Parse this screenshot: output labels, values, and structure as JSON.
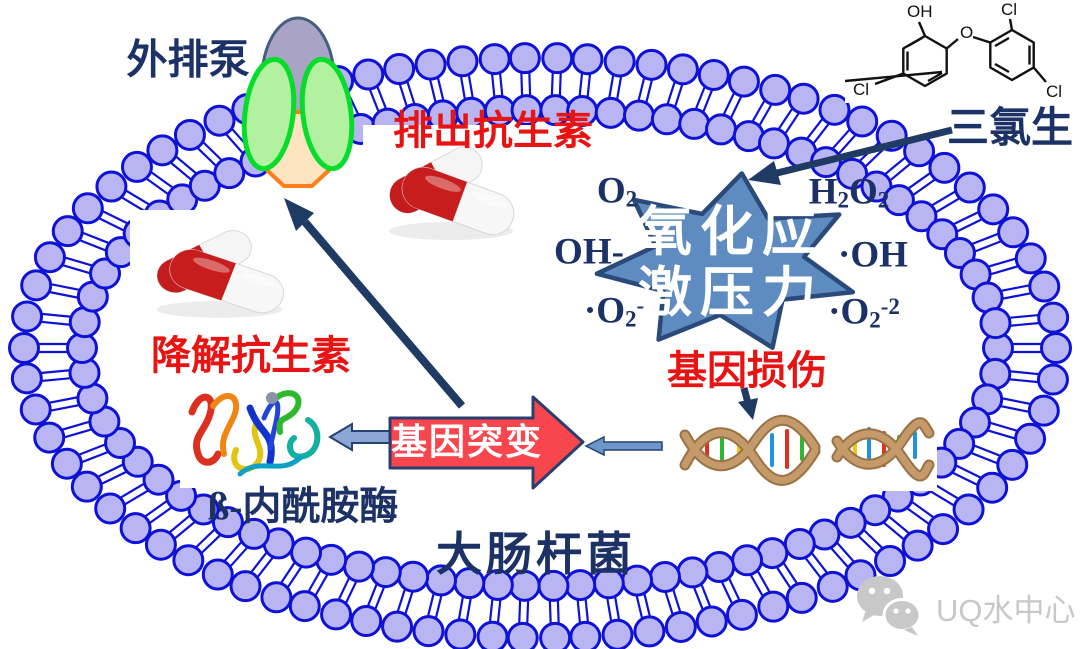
{
  "labels": {
    "efflux_pump": "外排泵",
    "expel_antibiotics": "排出抗生素",
    "degrade_antibiotics": "降解抗生素",
    "beta_lactamase": "ß-内酰胺酶",
    "gene_mutation": "基因突变",
    "gene_damage": "基因损伤",
    "triclosan": "三氯生",
    "ecoli": "大肠杆菌"
  },
  "oxidative_stress": {
    "line1": "氧化应",
    "line2": "激压力"
  },
  "ros_labels": [
    {
      "name": "oxygen",
      "parts": [
        [
          "O",
          "n"
        ],
        [
          "2",
          "s"
        ]
      ]
    },
    {
      "name": "hydrogen-peroxide",
      "parts": [
        [
          "H",
          "n"
        ],
        [
          "2",
          "s"
        ],
        [
          "O",
          "n"
        ],
        [
          "2",
          "s"
        ]
      ]
    },
    {
      "name": "hydroxyl-left",
      "parts": [
        [
          "OH-",
          "n"
        ]
      ]
    },
    {
      "name": "hydroxyl-radical-right",
      "parts": [
        [
          "·OH",
          "n"
        ]
      ]
    },
    {
      "name": "superoxide-left",
      "parts": [
        [
          "·O",
          "n"
        ],
        [
          "2",
          "s"
        ],
        [
          "-",
          "u"
        ]
      ]
    },
    {
      "name": "superoxide-right",
      "parts": [
        [
          "·O",
          "n"
        ],
        [
          "2",
          "s"
        ],
        [
          "-2",
          "u"
        ]
      ]
    }
  ],
  "triclosan_atoms": {
    "hydroxyl": "OH",
    "ether_oxygen": "O",
    "chlorine_left": "Cl",
    "chlorine_top": "Cl",
    "chlorine_bottom": "Cl"
  },
  "watermark": {
    "text": "UQ水中心"
  },
  "colors": {
    "red_text": "#e81414",
    "navy_text": "#1c3166",
    "star_fill": "#5f8cc0",
    "star_stroke": "#2a4a7a",
    "membrane_fill": "#b9b5f2",
    "membrane_stroke": "#0d12d6",
    "mutation_arrow_fill": "#f8464e",
    "arrow_navy": "#1f3a63",
    "arrow_steel_blue": "#7ea0d2",
    "capsule_red": "#c41c1c",
    "watermark_gray": "#c8c8c8"
  }
}
